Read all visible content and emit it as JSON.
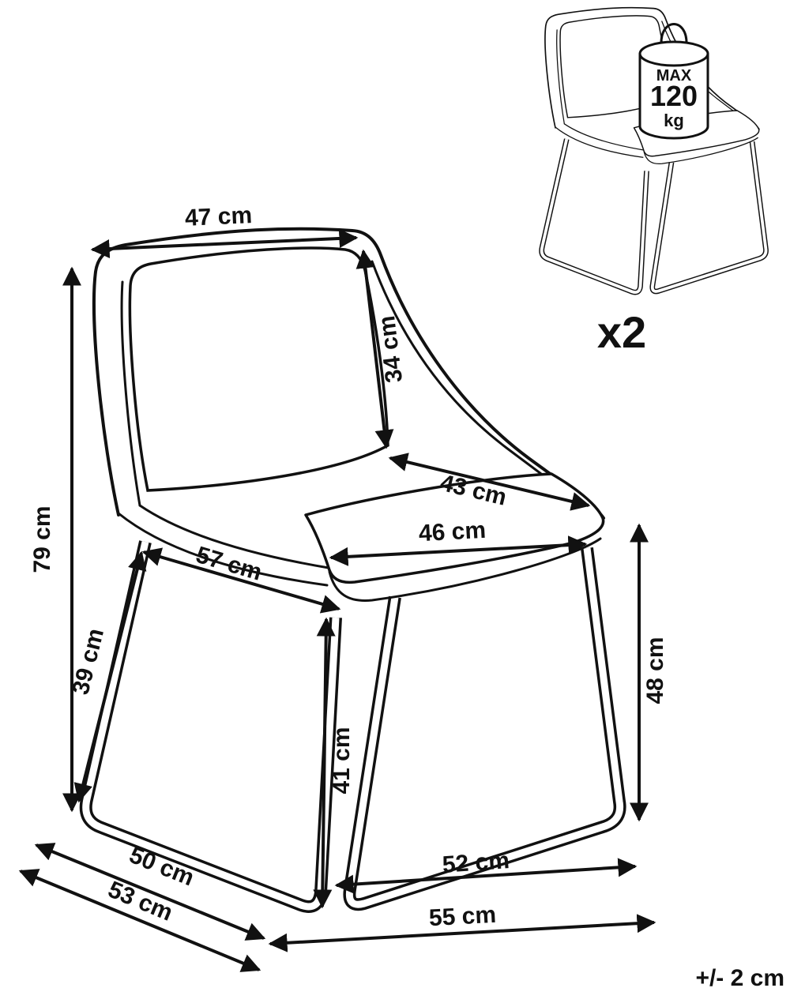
{
  "dimensions": {
    "backrest_top_width": "47 cm",
    "backrest_height": "34 cm",
    "seat_depth": "43 cm",
    "seat_width": "46 cm",
    "underseat_width": "57 cm",
    "total_height": "79 cm",
    "seat_height_left": "39 cm",
    "front_leg_height": "41 cm",
    "back_leg_height": "48 cm",
    "runner_inner_length": "50 cm",
    "runner_outer_length": "53 cm",
    "base_inner_width": "52 cm",
    "base_outer_width": "55 cm"
  },
  "max_load": {
    "label": "MAX",
    "value": "120",
    "unit": "kg"
  },
  "quantity": "x2",
  "tolerance": "+/- 2 cm",
  "colors": {
    "line": "#111111",
    "background": "#ffffff"
  }
}
